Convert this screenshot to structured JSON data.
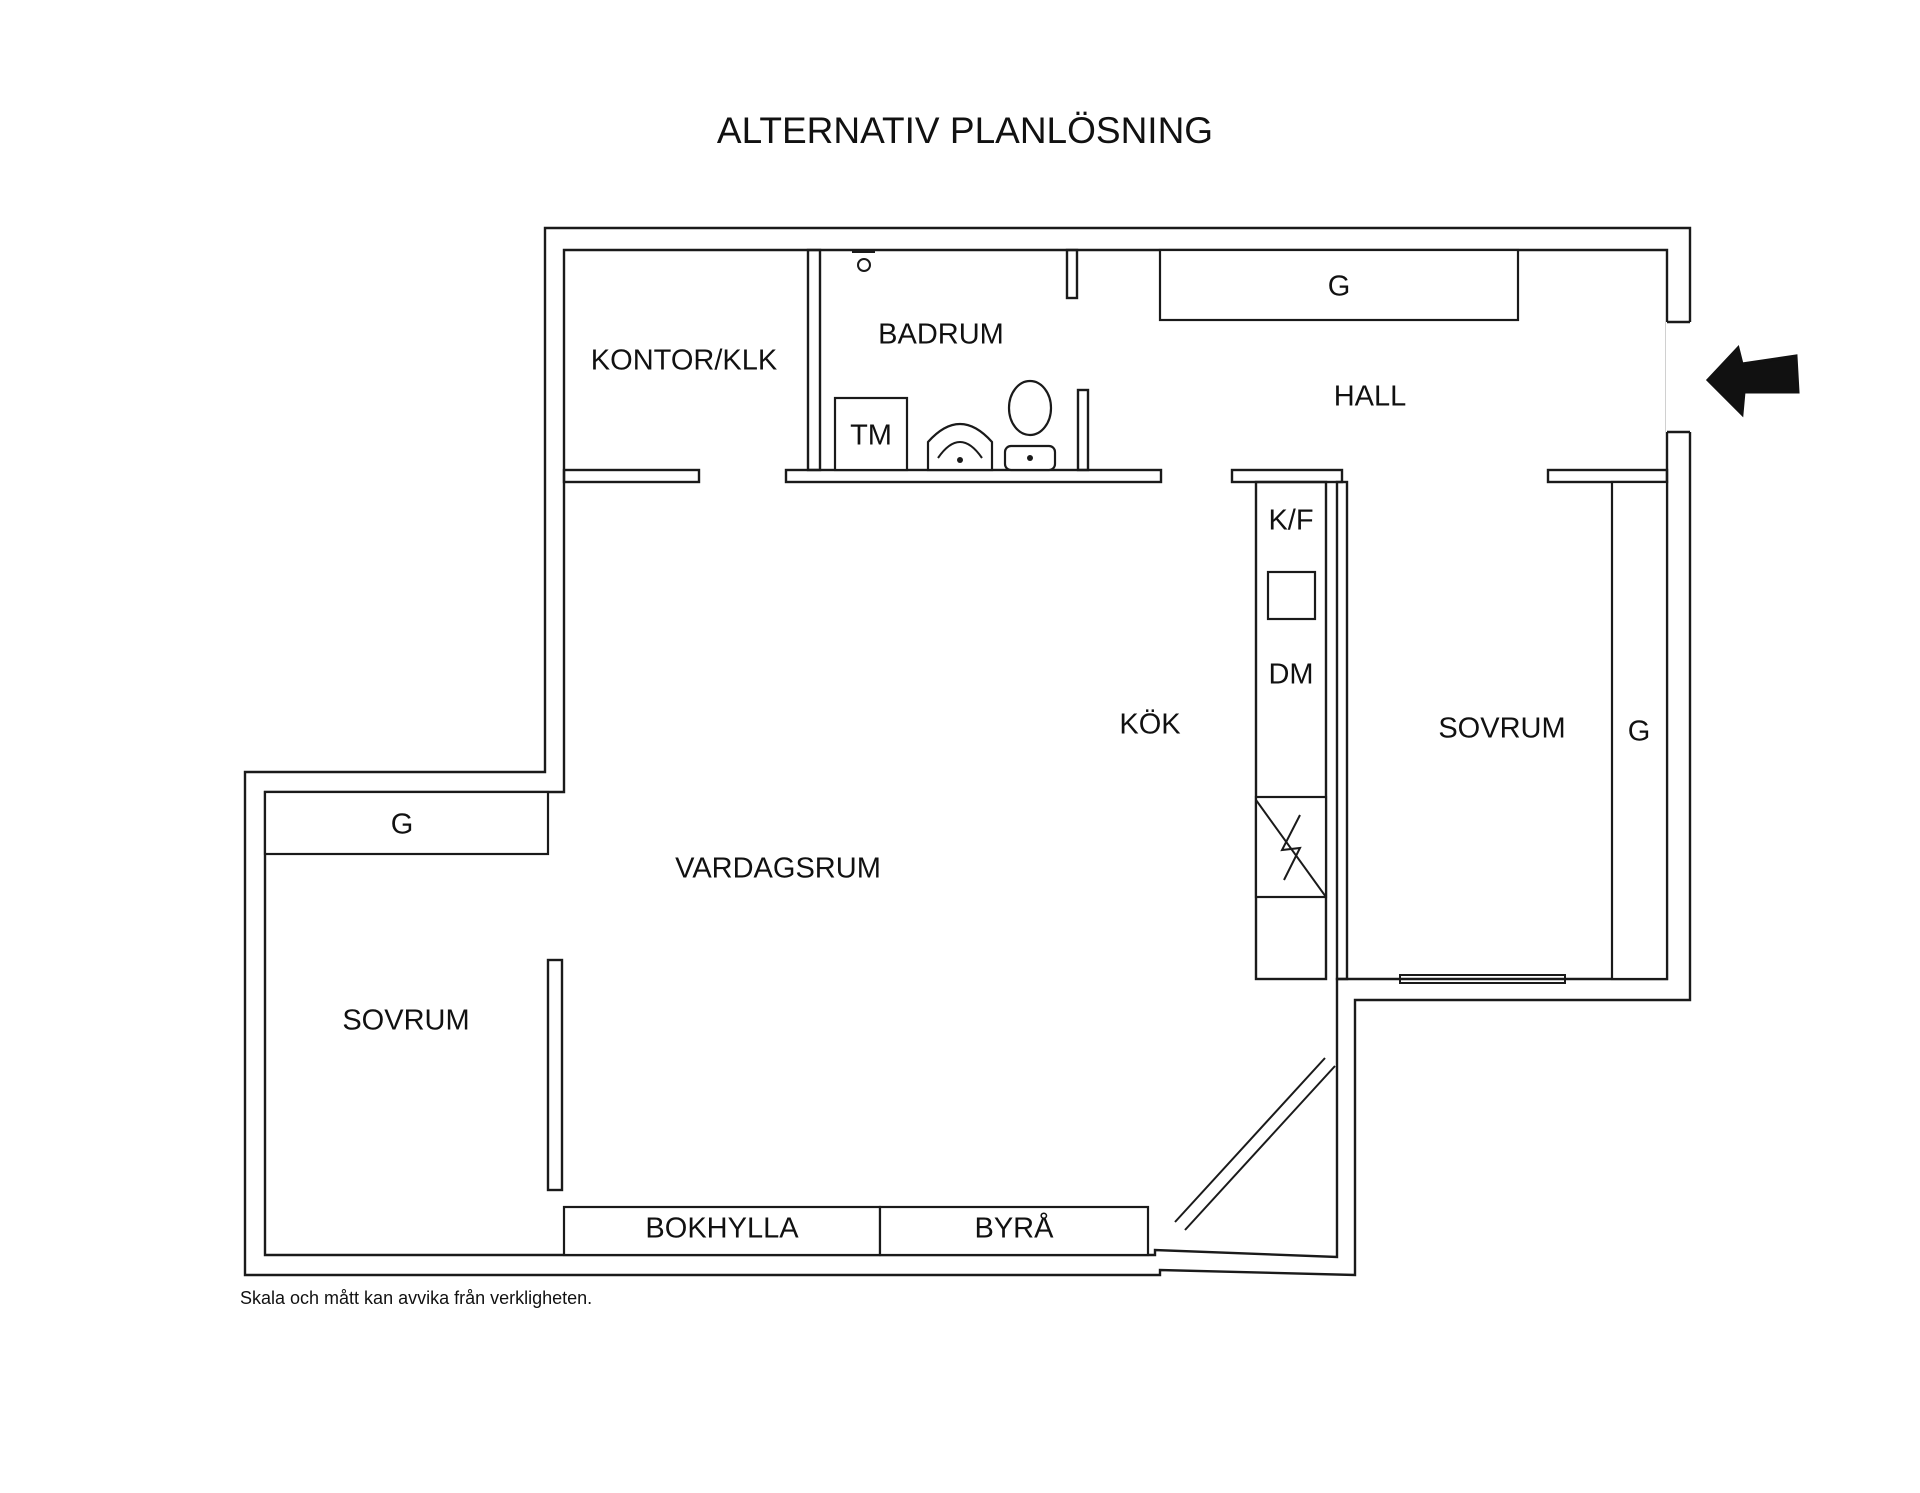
{
  "title": "ALTERNATIV PLANLÖSNING",
  "rooms": {
    "kontor": "KONTOR/KLK",
    "badrum": "BADRUM",
    "tm": "TM",
    "hall": "HALL",
    "hall_closet": "G",
    "kf": "K/F",
    "dm": "DM",
    "kok": "KÖK",
    "sovrum_right": "SOVRUM",
    "sovrum_right_closet": "G",
    "vardagsrum": "VARDAGSRUM",
    "sovrum_left": "SOVRUM",
    "sovrum_left_closet": "G",
    "bokhylla": "BOKHYLLA",
    "byra": "BYRÅ"
  },
  "disclaimer": "Skala och mått kan avvika från verkligheten.",
  "icons": [
    "entrance-arrow-icon",
    "toilet-icon",
    "sink-icon",
    "shower-icon",
    "stove-icon"
  ],
  "colors": {
    "line": "#1a1a1a",
    "background": "#ffffff"
  }
}
